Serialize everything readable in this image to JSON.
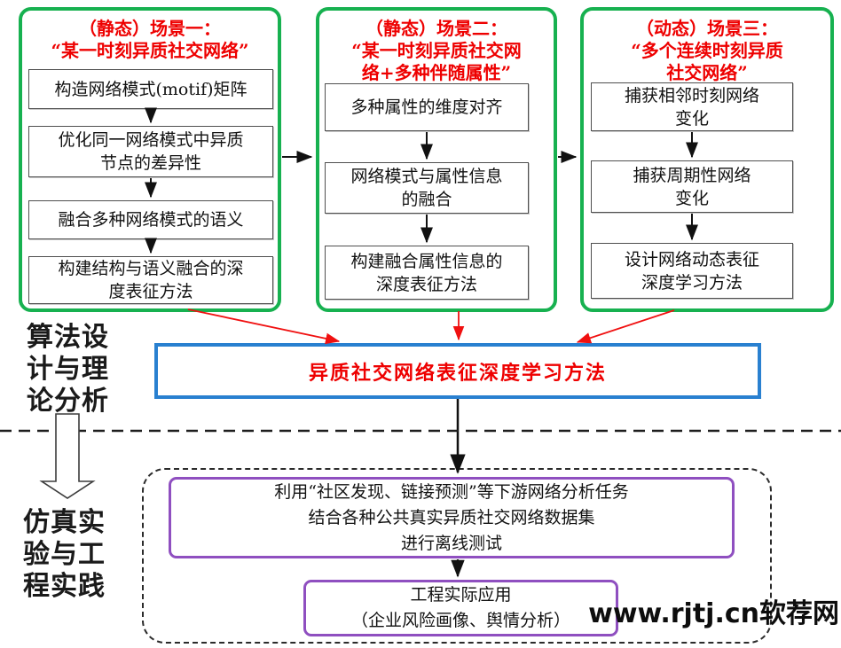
{
  "colors": {
    "scenario_border_green": "#17b150",
    "title_red": "#ee0000",
    "center_border_blue": "#2980d0",
    "app_border_purple": "#8f4fc0",
    "arrow_red": "#f01010",
    "arrow_black": "#111111"
  },
  "scenarios": [
    {
      "title": "（静态）场景一：\n“某一时刻异质社交网络”",
      "steps": [
        "构造网络模式(motif)矩阵",
        "优化同一网络模式中异质\n节点的差异性",
        "融合多种网络模式的语义",
        "构建结构与语义融合的深\n度表征方法"
      ]
    },
    {
      "title": "（静态）场景二：\n“某一时刻异质社交网\n络+多种伴随属性”",
      "steps": [
        "多种属性的维度对齐",
        "网络模式与属性信息\n的融合",
        "构建融合属性信息的\n深度表征方法"
      ]
    },
    {
      "title": "（动态）场景三：\n“多个连续时刻异质\n社交网络”",
      "steps": [
        "捕获相邻时刻网络\n变化",
        "捕获周期性网络\n变化",
        "设计网络动态表征\n深度学习方法"
      ]
    }
  ],
  "center_box": {
    "label": "异质社交网络表征深度学习方法"
  },
  "side_labels": {
    "algorithm": "算法设\n计与理\n论分析",
    "simulation": "仿真实\n验与工\n程实践"
  },
  "bottom_section": {
    "offline_test": "利用“社区发现、链接预测”等下游网络分析任务\n结合各种公共真实异质社交网络数据集\n进行离线测试",
    "application": "工程实际应用\n（企业风险画像、舆情分析）"
  },
  "watermark": "www.rjtj.cn软荐网"
}
